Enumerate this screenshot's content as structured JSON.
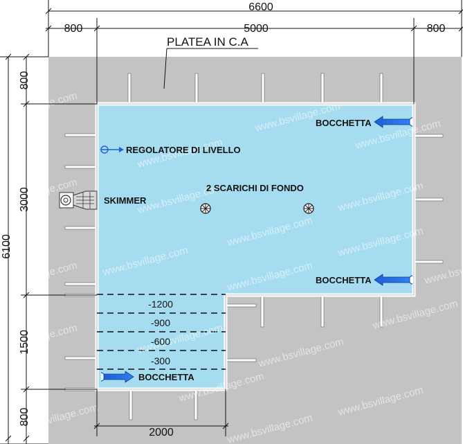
{
  "dimensions": {
    "total_width": "6600",
    "left_margin": "800",
    "pool_width": "5000",
    "right_margin": "800",
    "total_height": "6100",
    "top_margin": "800",
    "pool_length": "3000",
    "step_length": "1500",
    "bottom_margin": "800",
    "step_width": "2000"
  },
  "labels": {
    "platea": "PLATEA IN C.A",
    "bocchetta_1": "BOCCHETTA",
    "bocchetta_2": "BOCCHETTA",
    "bocchetta_3": "BOCCHETTA",
    "regolatore": "REGOLATORE DI LIVELLO",
    "skimmer": "SKIMMER",
    "scarichi": "2 SCARICHI DI FONDO"
  },
  "steps": [
    "-1200",
    "-900",
    "-600",
    "-300"
  ],
  "watermark": "www.bsvillage.com",
  "colors": {
    "slab": "#c3c3c3",
    "water": "#a6dcf0",
    "arrow": "#1f5fd6",
    "rebar": "#ffffff"
  }
}
